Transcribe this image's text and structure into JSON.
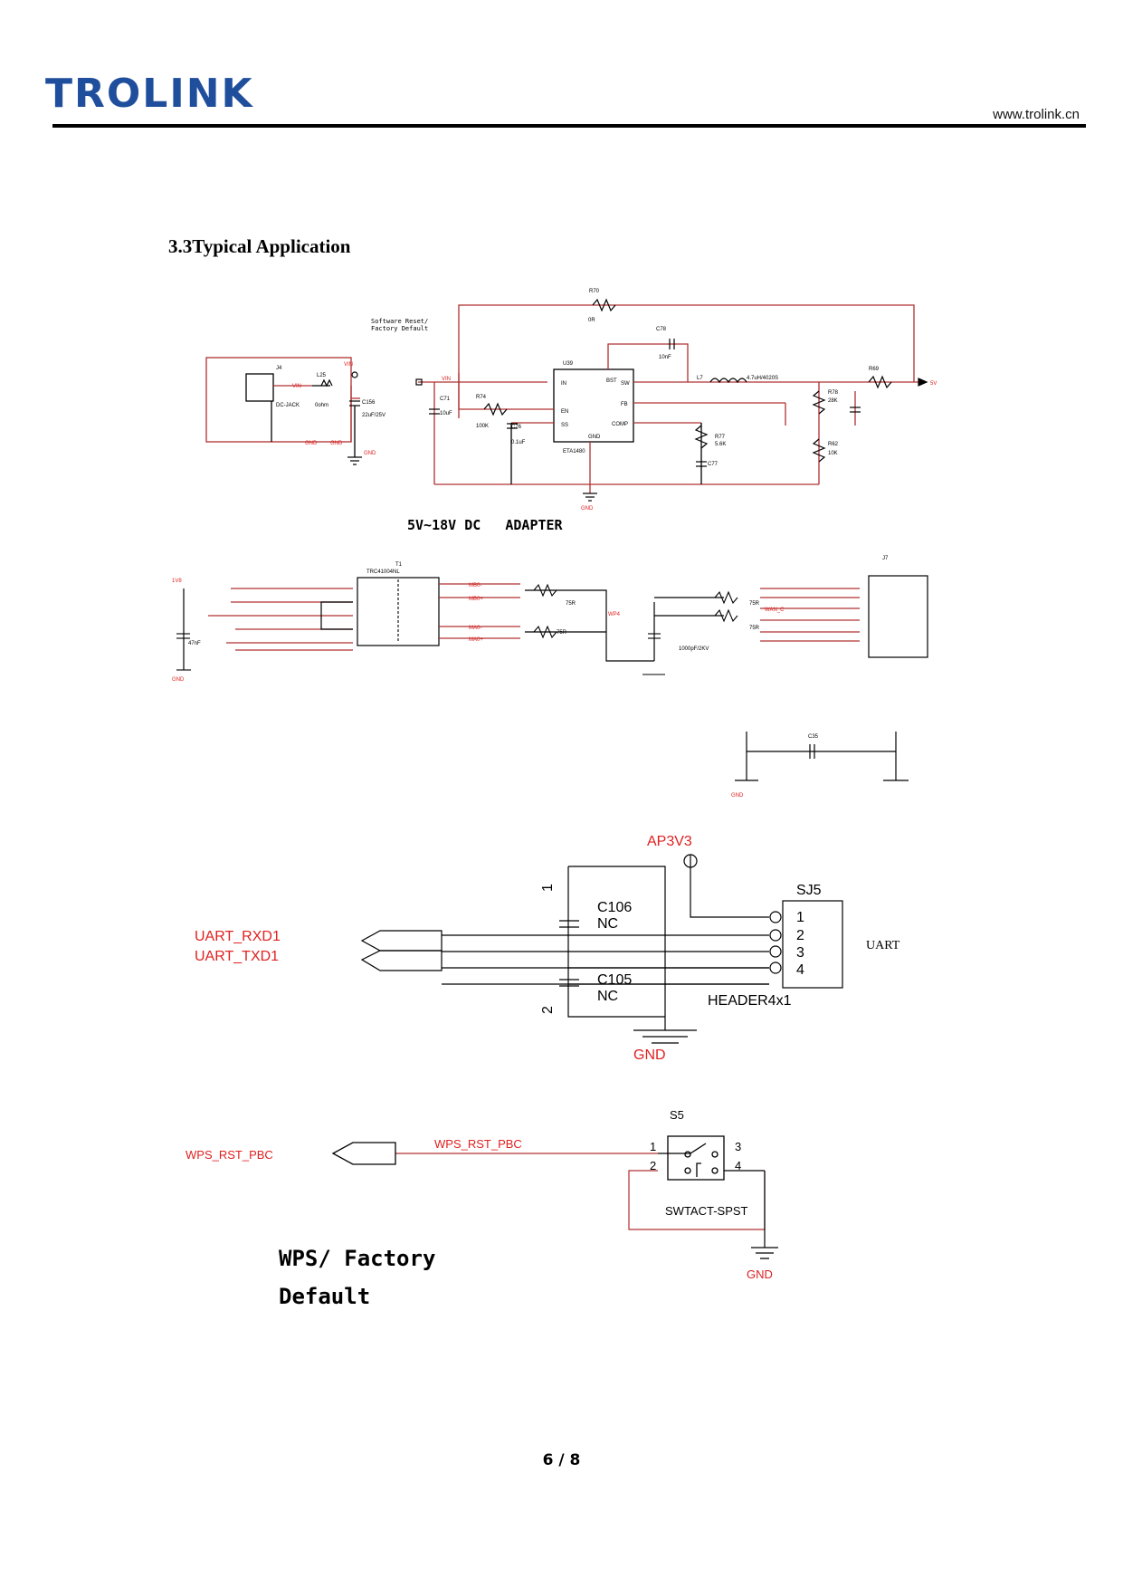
{
  "header": {
    "logo": "TROLINK",
    "url": "www.trolink.cn"
  },
  "section_title": "3.3Typical Application",
  "power": {
    "reset_note_1": "Software Reset/",
    "reset_note_2": "Factory Default",
    "r70": "R70",
    "r70_val": "0R",
    "c78": "C78",
    "c78_val": "10nF",
    "u39": "U39",
    "ic": "ETA1480",
    "pin_in": "IN",
    "pin_en": "EN",
    "pin_ss": "SS",
    "pin_bst": "BST",
    "pin_sw": "SW",
    "pin_fb": "FB",
    "pin_comp": "COMP",
    "pin_gnd": "GND",
    "j4": "J4",
    "jack": "DC-JACK",
    "l25": "L25",
    "l25_val": "0ohm",
    "c156": "C156",
    "c156_val": "22uF/25V",
    "vin1": "VIN",
    "vin2": "VIN",
    "vin3": "VIN",
    "c71": "C71",
    "c71_val": "10uF",
    "r74": "R74",
    "r74_val": "100K",
    "c76": "C76",
    "c76_val": "0.1uF",
    "l7": "L7",
    "l7_val": "4.7uH/4020S",
    "r69": "R69",
    "out_5v": "5V",
    "r78": "R78",
    "r78_val": "28K",
    "r62": "R62",
    "r62_val": "10K",
    "r77": "R77",
    "r77_val": "5.6K",
    "c77": "C77",
    "gnd_a": "GND",
    "gnd_b": "GND",
    "gnd_c": "GND",
    "gnd_d": "GND",
    "caption": "5V~18V DC   ADAPTER"
  },
  "ethernet": {
    "t1": "T1",
    "t1_part": "TRC41004NL",
    "j7": "J7",
    "net_1v8": "1V8",
    "mb0": "MB0-",
    "mb0p": "MB0+",
    "ma0": "MA0-",
    "ma0p": "MA0+",
    "wan_c": "WAN_C",
    "r75a": "75R",
    "r75b": "75R",
    "r75c": "75R",
    "r75d": "75R",
    "c_hv": "1000pF/2KV",
    "wp4": "WP4",
    "c48": "47nF",
    "gnd": "GND"
  },
  "chassis": {
    "c35": "C35",
    "gnd": "GND"
  },
  "uart": {
    "ap3v3": "AP3V3",
    "sj5": "SJ5",
    "c106": "C106",
    "c106_nc": "NC",
    "c105": "C105",
    "c105_nc": "NC",
    "rxd": "UART_RXD1",
    "txd": "UART_TXD1",
    "pins": [
      "1",
      "2",
      "3",
      "4"
    ],
    "cap_pin_1": "1",
    "cap_pin_2": "2",
    "header": "HEADER4x1",
    "label": "UART",
    "gnd": "GND"
  },
  "wps": {
    "net_left": "WPS_RST_PBC",
    "net_wire": "WPS_RST_PBC",
    "s5": "S5",
    "p1": "1",
    "p2": "2",
    "p3": "3",
    "p4": "4",
    "part": "SWTACT-SPST",
    "gnd": "GND",
    "caption_1": "WPS/ Factory",
    "caption_2": "Default"
  },
  "footer": {
    "page": "6 / 8"
  },
  "colors": {
    "logo": "#1f4e9c",
    "wire": "#b03030",
    "net": "#e02020"
  }
}
